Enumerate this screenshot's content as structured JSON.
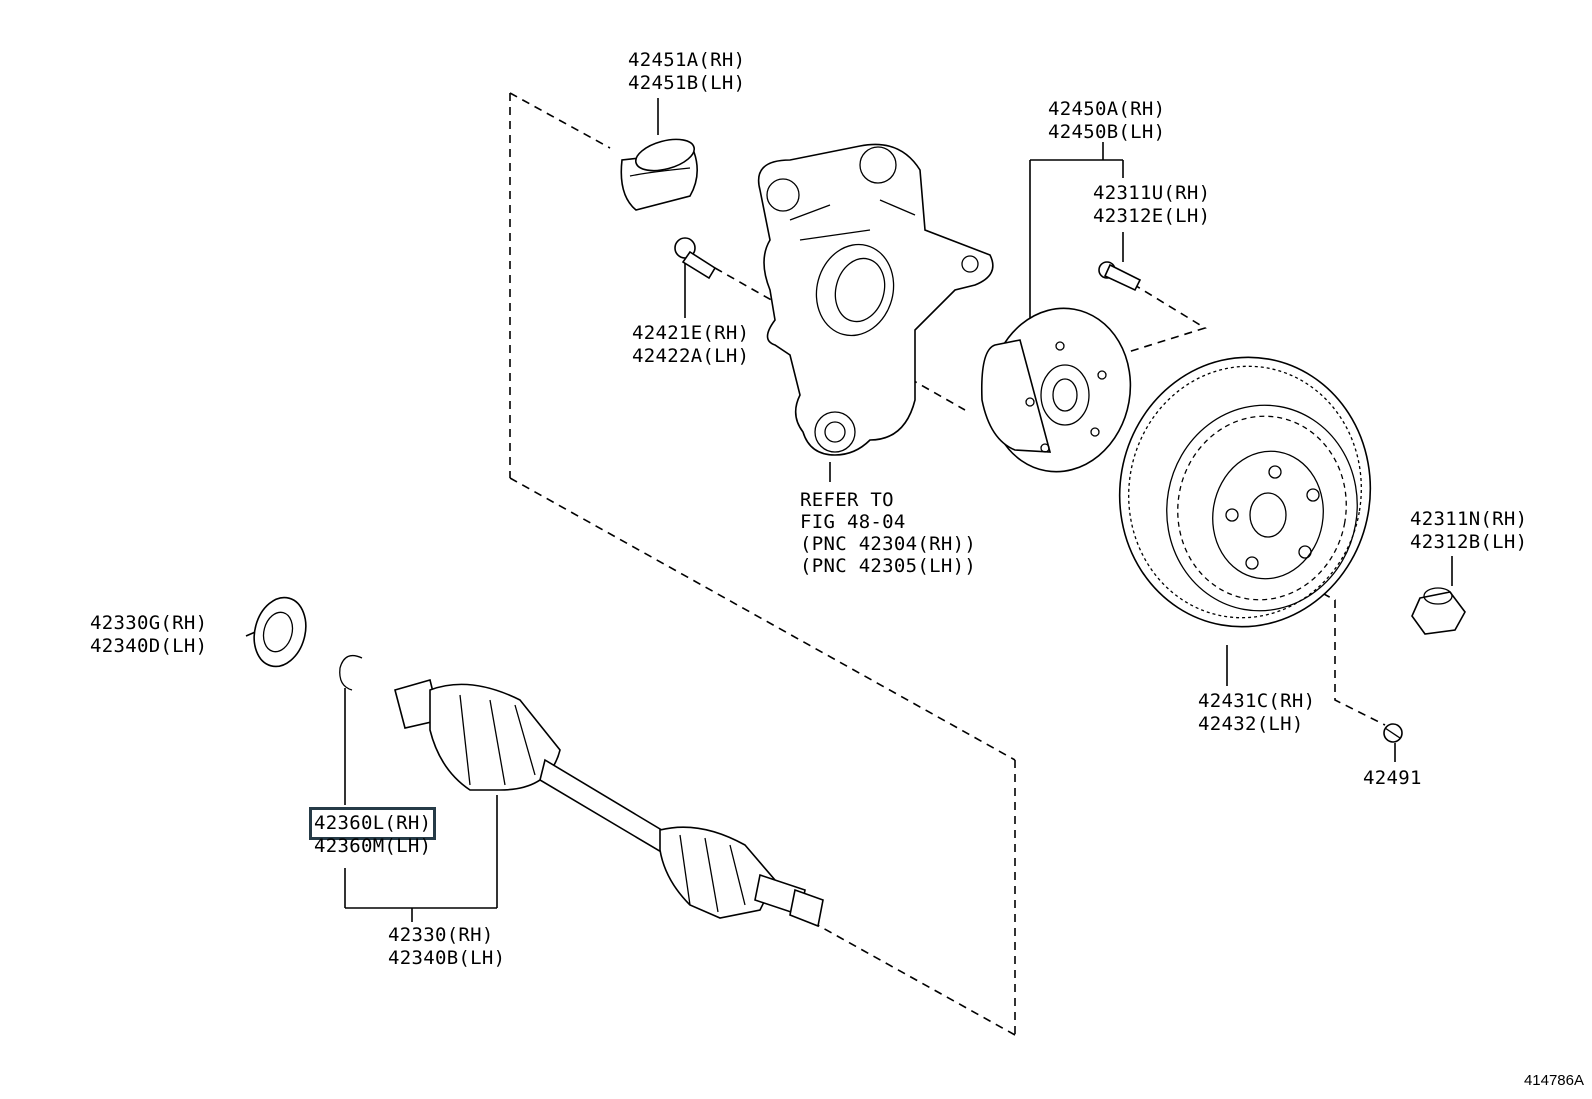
{
  "labels": {
    "wheel_bearing_dust_cover": [
      "42451A(RH)",
      "42451B(LH)"
    ],
    "hub_assembly": [
      "42450A(RH)",
      "42450B(LH)"
    ],
    "hub_bolt": [
      "42311U(RH)",
      "42312E(LH)"
    ],
    "knuckle_bolt": [
      "42421E(RH)",
      "42422A(LH)"
    ],
    "knuckle_reference": [
      "REFER TO",
      "FIG 48-04",
      "(PNC 42304(RH))",
      "(PNC 42305(LH))"
    ],
    "wheel_nut": [
      "42311N(RH)",
      "42312B(LH)"
    ],
    "oil_seal": [
      "42330G(RH)",
      "42340D(LH)"
    ],
    "disc_rotor": [
      "42431C(RH)",
      "42432(LH)"
    ],
    "disc_screw": [
      "42491"
    ],
    "snap_ring": [
      "42360L(RH)",
      "42360M(LH)"
    ],
    "drive_shaft": [
      "42330(RH)",
      "42340B(LH)"
    ]
  },
  "highlighted_part": "42360L(RH)",
  "figure_number": "414786A",
  "colors": {
    "highlight_border": "#263b47",
    "line": "#000000",
    "background": "#ffffff"
  }
}
